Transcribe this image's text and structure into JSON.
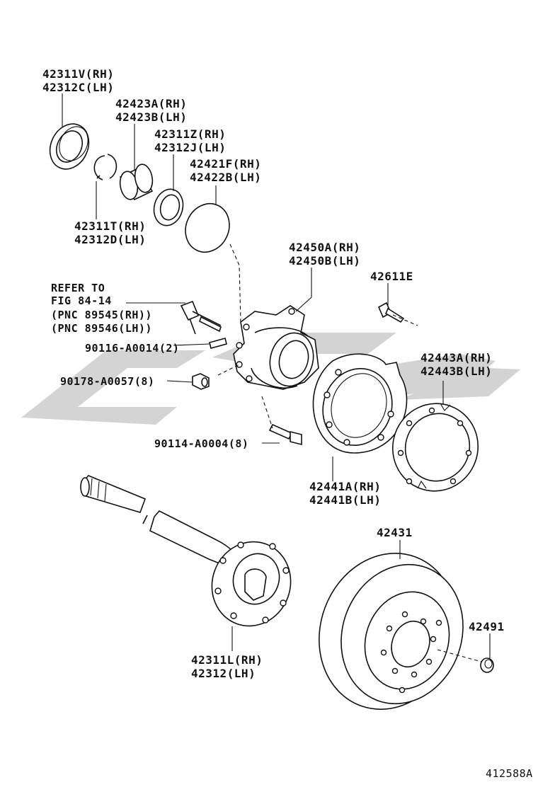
{
  "diagram_id": "412588A",
  "watermark_color": "#c8c8c8",
  "callouts": [
    {
      "id": "oil-seal",
      "lines": [
        "42311V(RH)",
        "42312C(LH)"
      ]
    },
    {
      "id": "bearing",
      "lines": [
        "42423A(RH)",
        "42423B(LH)"
      ]
    },
    {
      "id": "retainer",
      "lines": [
        "42311Z(RH)",
        "42312J(LH)"
      ]
    },
    {
      "id": "o-ring",
      "lines": [
        "42421F(RH)",
        "42422B(LH)"
      ]
    },
    {
      "id": "snap-ring",
      "lines": [
        "42311T(RH)",
        "42312D(LH)"
      ]
    },
    {
      "id": "hub-housing",
      "lines": [
        "42450A(RH)",
        "42450B(LH)"
      ]
    },
    {
      "id": "hub-bolt-small",
      "lines": [
        "42611E"
      ]
    },
    {
      "id": "sensor-ref",
      "lines": [
        "REFER TO",
        "FIG 84-14",
        "(PNC 89545(RH))",
        "(PNC 89546(LH))"
      ]
    },
    {
      "id": "stud-bolt",
      "lines": [
        "90116-A0014(2)"
      ]
    },
    {
      "id": "nut",
      "lines": [
        "90178-A0057(8)"
      ]
    },
    {
      "id": "bolt",
      "lines": [
        "90114-A0004(8)"
      ]
    },
    {
      "id": "backing-plate",
      "lines": [
        "42443A(RH)",
        "42443B(LH)"
      ]
    },
    {
      "id": "dust-cover",
      "lines": [
        "42441A(RH)",
        "42441B(LH)"
      ]
    },
    {
      "id": "axle-shaft",
      "lines": [
        "42311L(RH)",
        "42312(LH)"
      ]
    },
    {
      "id": "disc-rotor",
      "lines": [
        "42431"
      ]
    },
    {
      "id": "hole-plug",
      "lines": [
        "42491"
      ]
    }
  ]
}
